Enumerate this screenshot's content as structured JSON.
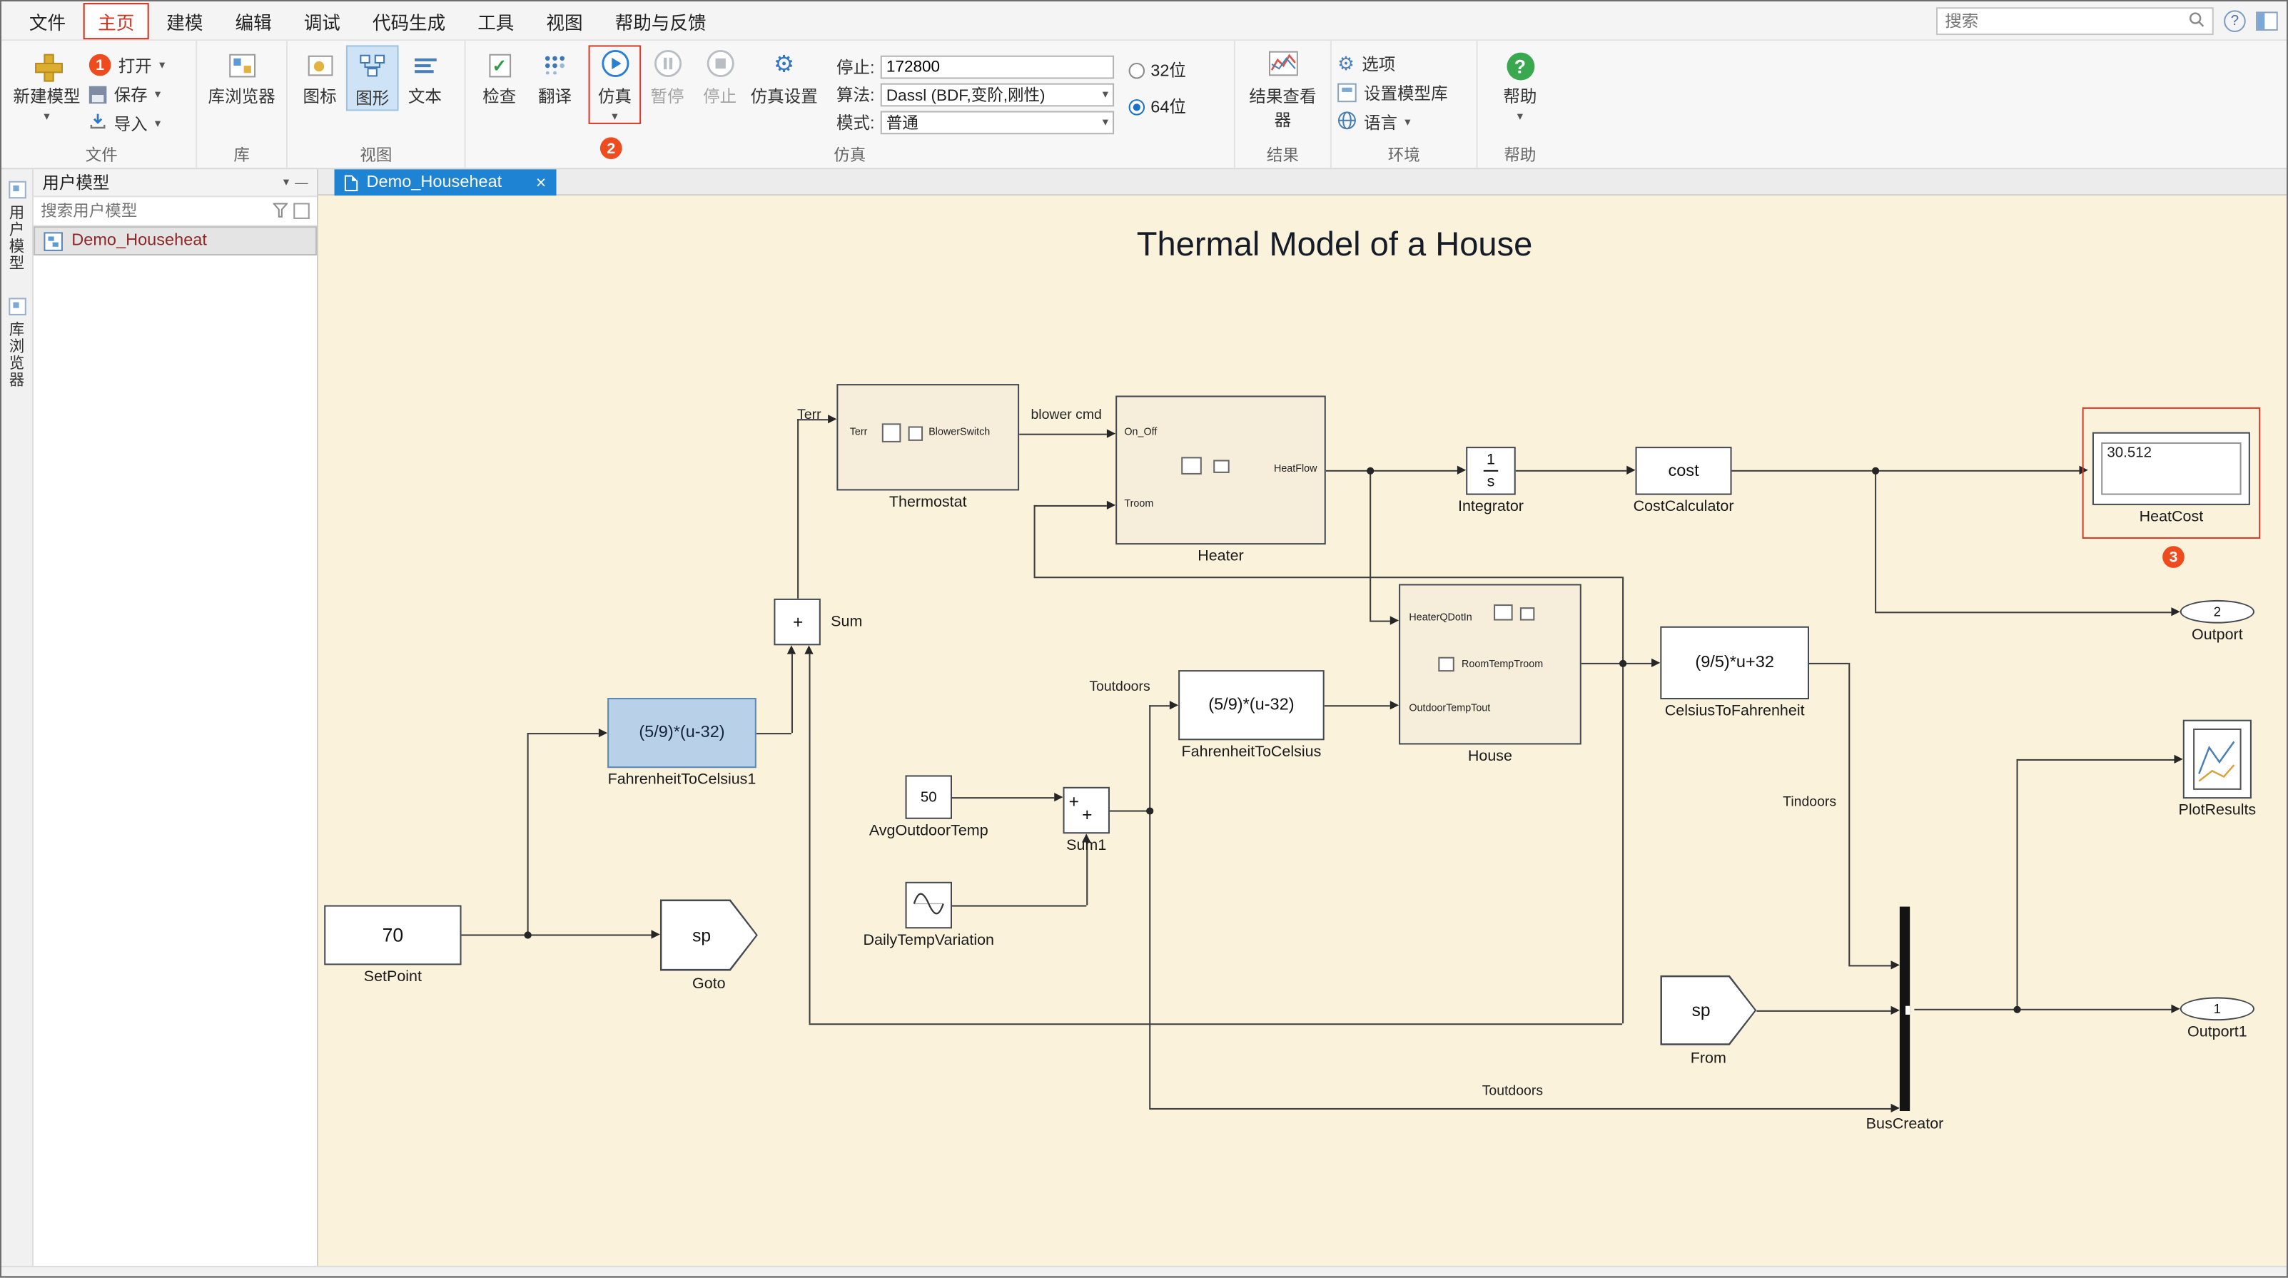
{
  "colors": {
    "accent_blue": "#1f83d3",
    "annotation_red": "#d93a28",
    "badge_orange": "#ee4c1e",
    "canvas_cream": "#fbf2dc",
    "selected_block_blue": "#b9d0e9"
  },
  "menubar": {
    "items": [
      "文件",
      "主页",
      "建模",
      "编辑",
      "调试",
      "代码生成",
      "工具",
      "视图",
      "帮助与反馈"
    ],
    "search_placeholder": "搜索"
  },
  "ribbon": {
    "file_group": {
      "label": "文件",
      "new_model": "新建模型",
      "open": "打开",
      "save": "保存",
      "import": "导入"
    },
    "library_group": {
      "label": "库",
      "browser": "库浏览器"
    },
    "view_group": {
      "label": "视图",
      "icon_btn": "图标",
      "graphic_btn": "图形",
      "text_btn": "文本"
    },
    "sim_group": {
      "label": "仿真",
      "check": "检查",
      "compile": "翻译",
      "run": "仿真",
      "pause": "暂停",
      "stop": "停止",
      "settings": "仿真设置",
      "stop_time_label": "停止:",
      "stop_time_value": "172800",
      "algorithm_label": "算法:",
      "algorithm_value": "Dassl (BDF,变阶,刚性)",
      "mode_label": "模式:",
      "mode_value": "普通",
      "bit32_label": "32位",
      "bit64_label": "64位"
    },
    "result_group": {
      "label": "结果",
      "viewer": "结果查看器"
    },
    "env_group": {
      "label": "环境",
      "options": "选项",
      "model_library": "设置模型库",
      "language": "语言"
    },
    "help_group": {
      "label": "帮助",
      "help_btn": "帮助"
    }
  },
  "annotations": {
    "step1": "1",
    "step2": "2",
    "step3": "3"
  },
  "sidebar": {
    "vertical_tab_user_models": "用户模型",
    "vertical_tab_library_browser": "库浏览器",
    "panel_title": "用户模型",
    "search_placeholder": "搜索用户模型",
    "model_name": "Demo_Househeat"
  },
  "tabbar": {
    "active_tab": "Demo_Househeat"
  },
  "diagram": {
    "title": "Thermal Model of a House",
    "blocks": {
      "thermostat": {
        "label": "Thermostat",
        "port_in": "Terr",
        "inner": "BlowerSwitch"
      },
      "heater": {
        "label": "Heater",
        "port_on_off": "On_Off",
        "port_troom": "Troom",
        "port_heatflow": "HeatFlow"
      },
      "integrator": {
        "label": "Integrator",
        "numerator": "1",
        "denominator": "s"
      },
      "cost_calculator": {
        "label": "CostCalculator",
        "inner": "cost"
      },
      "heat_cost": {
        "label": "HeatCost",
        "value": "30.512"
      },
      "sum": {
        "label": "Sum",
        "sign": "+"
      },
      "fahrenheit_to_celsius1": {
        "label": "FahrenheitToCelsius1",
        "expr": "(5/9)*(u-32)"
      },
      "set_point": {
        "label": "SetPoint",
        "value": "70"
      },
      "goto": {
        "label": "Goto",
        "tag": "sp"
      },
      "avg_outdoor_temp": {
        "label": "AvgOutdoorTemp",
        "value": "50"
      },
      "sum1": {
        "label": "Sum1",
        "sign_a": "+",
        "sign_b": "+"
      },
      "daily_temp_variation": {
        "label": "DailyTempVariation"
      },
      "fahrenheit_to_celsius": {
        "label": "FahrenheitToCelsius",
        "expr": "(5/9)*(u-32)"
      },
      "house": {
        "label": "House",
        "port_qdot": "HeaterQDotIn",
        "port_room": "RoomTempTroom",
        "port_outdoor": "OutdoorTempTout"
      },
      "celsius_to_fahrenheit": {
        "label": "CelsiusToFahrenheit",
        "expr": "(9/5)*u+32"
      },
      "outport": {
        "label": "Outport",
        "value": "2"
      },
      "plot_results": {
        "label": "PlotResults"
      },
      "from": {
        "label": "From",
        "tag": "sp"
      },
      "bus_creator": {
        "label": "BusCreator"
      },
      "outport1": {
        "label": "Outport1",
        "value": "1"
      }
    },
    "wire_labels": {
      "terr": "Terr",
      "blower_cmd": "blower cmd",
      "toutdoors_in": "Toutdoors",
      "tindoors": "Tindoors",
      "toutdoors_bus": "Toutdoors"
    }
  }
}
